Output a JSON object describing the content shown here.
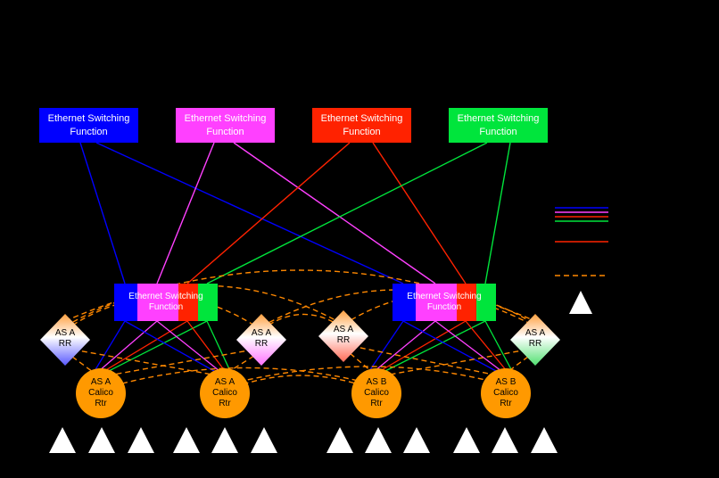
{
  "nodes": {
    "esf": {
      "line1": "Ethernet Switching",
      "line2": "Function"
    },
    "rr": {
      "line1": "AS A",
      "line2": "RR"
    },
    "rtr_a": {
      "line1": "AS A",
      "line2": "Calico",
      "line3": "Rtr"
    },
    "rtr_b": {
      "line1": "AS B",
      "line2": "Calico",
      "line3": "Rtr"
    }
  },
  "colors": {
    "background": "#000000",
    "plane_blue": "#0000ff",
    "plane_magenta": "#ff40ff",
    "plane_red": "#ff2200",
    "plane_green": "#00e53c",
    "router_orange": "#ff9900",
    "rr_gradient_top": "#ffa040",
    "bgp_session_orange": "#ff8800",
    "host_white": "#ffffff"
  },
  "legend": {
    "plane_line_colors": [
      "#0000ff",
      "#ff40ff",
      "#ff2200",
      "#00e53c"
    ],
    "single_line_color": "#ff2200",
    "dashed_line_color": "#ff8800",
    "triangle_color": "#ffffff"
  }
}
